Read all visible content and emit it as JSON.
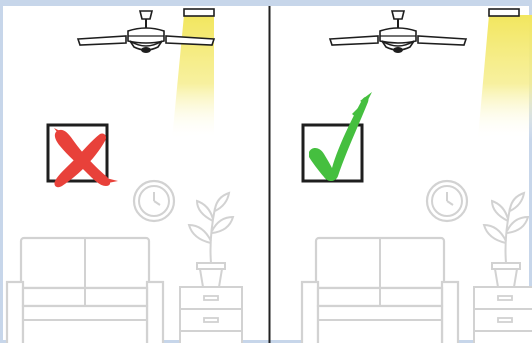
{
  "colors": {
    "border_blue": "#c7d6ea",
    "divider": "#222222",
    "fan_line": "#1e1e1e",
    "furniture_gray": "#cfcfcf",
    "light_yellow": "#f5ec7a",
    "wrong_red": "#e8413a",
    "right_green": "#45bf3f"
  },
  "panels": [
    {
      "id": "wrong",
      "status": "incorrect",
      "icon": "red-x-mark-icon"
    },
    {
      "id": "right",
      "status": "correct",
      "icon": "green-check-mark-icon"
    }
  ],
  "icons": [
    "ceiling-fan-icon",
    "ceiling-light-icon",
    "wall-clock-icon",
    "sofa-icon",
    "potted-plant-icon",
    "nightstand-icon",
    "square-checkbox-icon"
  ]
}
